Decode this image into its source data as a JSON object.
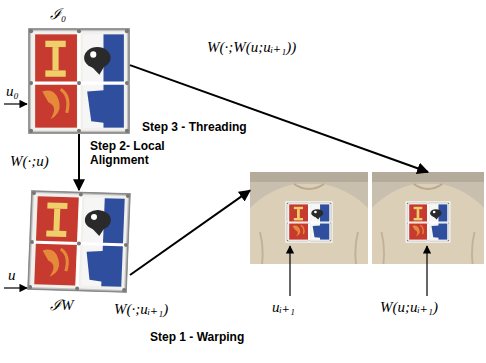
{
  "diagram": {
    "nodes": [
      {
        "text": [
          "ℐ₀"
        ]
      },
      {
        "text": [
          "ℐW"
        ]
      },
      {
        "text": [
          "uᵢ₊₁"
        ]
      },
      {
        "text": [
          "W(u;uᵢ₊₁)"
        ]
      }
    ],
    "edges": [
      {
        "from": 0,
        "to": 3,
        "label": "W(·;W(u;uᵢ₊₁))",
        "arrow": "to"
      },
      {
        "from": 0,
        "to": 1,
        "label": "W(·;u)",
        "arrow": "to"
      },
      {
        "from": 1,
        "to": 2,
        "label": "W(·;uᵢ₊₁)",
        "arrow": "to"
      }
    ],
    "labels": [
      "u₀",
      "Step 3 - Threading",
      "Step 2- Local Alignment",
      "u",
      "Step 1 - Warping"
    ]
  }
}
